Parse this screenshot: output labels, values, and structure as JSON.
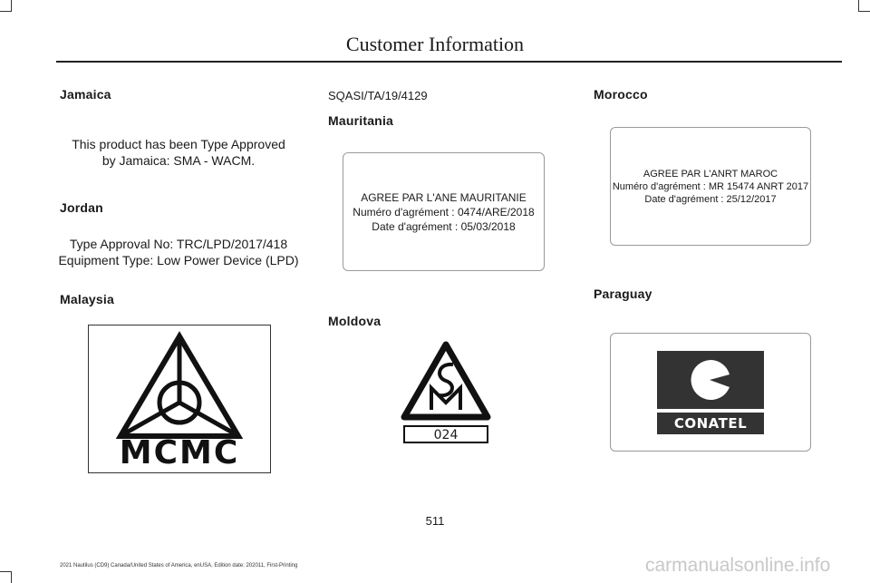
{
  "header": {
    "title": "Customer Information"
  },
  "col1": {
    "jamaica_heading": "Jamaica",
    "jamaica_line1": "This product has been Type Approved",
    "jamaica_line2": "by Jamaica: SMA - WACM.",
    "jordan_heading": "Jordan",
    "jordan_line1": "Type Approval No: TRC/LPD/2017/418",
    "jordan_line2": "Equipment Type: Low Power Device (LPD)",
    "malaysia_heading": "Malaysia",
    "mcmc_logo_text": "MCMC"
  },
  "col2": {
    "sqasi_code": "SQASI/TA/19/4129",
    "mauritania_heading": "Mauritania",
    "mauritania_line1": "AGREE PAR L'ANE MAURITANIE",
    "mauritania_line2": "Numéro d'agrément : 0474/ARE/2018",
    "mauritania_line3": "Date d'agrément : 05/03/2018",
    "moldova_heading": "Moldova",
    "moldova_logo_code": "024"
  },
  "col3": {
    "morocco_heading": "Morocco",
    "morocco_line1": "AGREE PAR L'ANRT MAROC",
    "morocco_line2": "Numéro d'agrément : MR 15474 ANRT 2017",
    "morocco_line3": "Date d'agrément : 25/12/2017",
    "paraguay_heading": "Paraguay",
    "conatel_logo_text": "CONATEL"
  },
  "footer": {
    "page_number": "511",
    "edition_text": "2021 Nautilus (CD9) Canada/United States of America, enUSA, Edition date: 202011, First-Printing",
    "watermark": "carmanualsonline.info"
  }
}
